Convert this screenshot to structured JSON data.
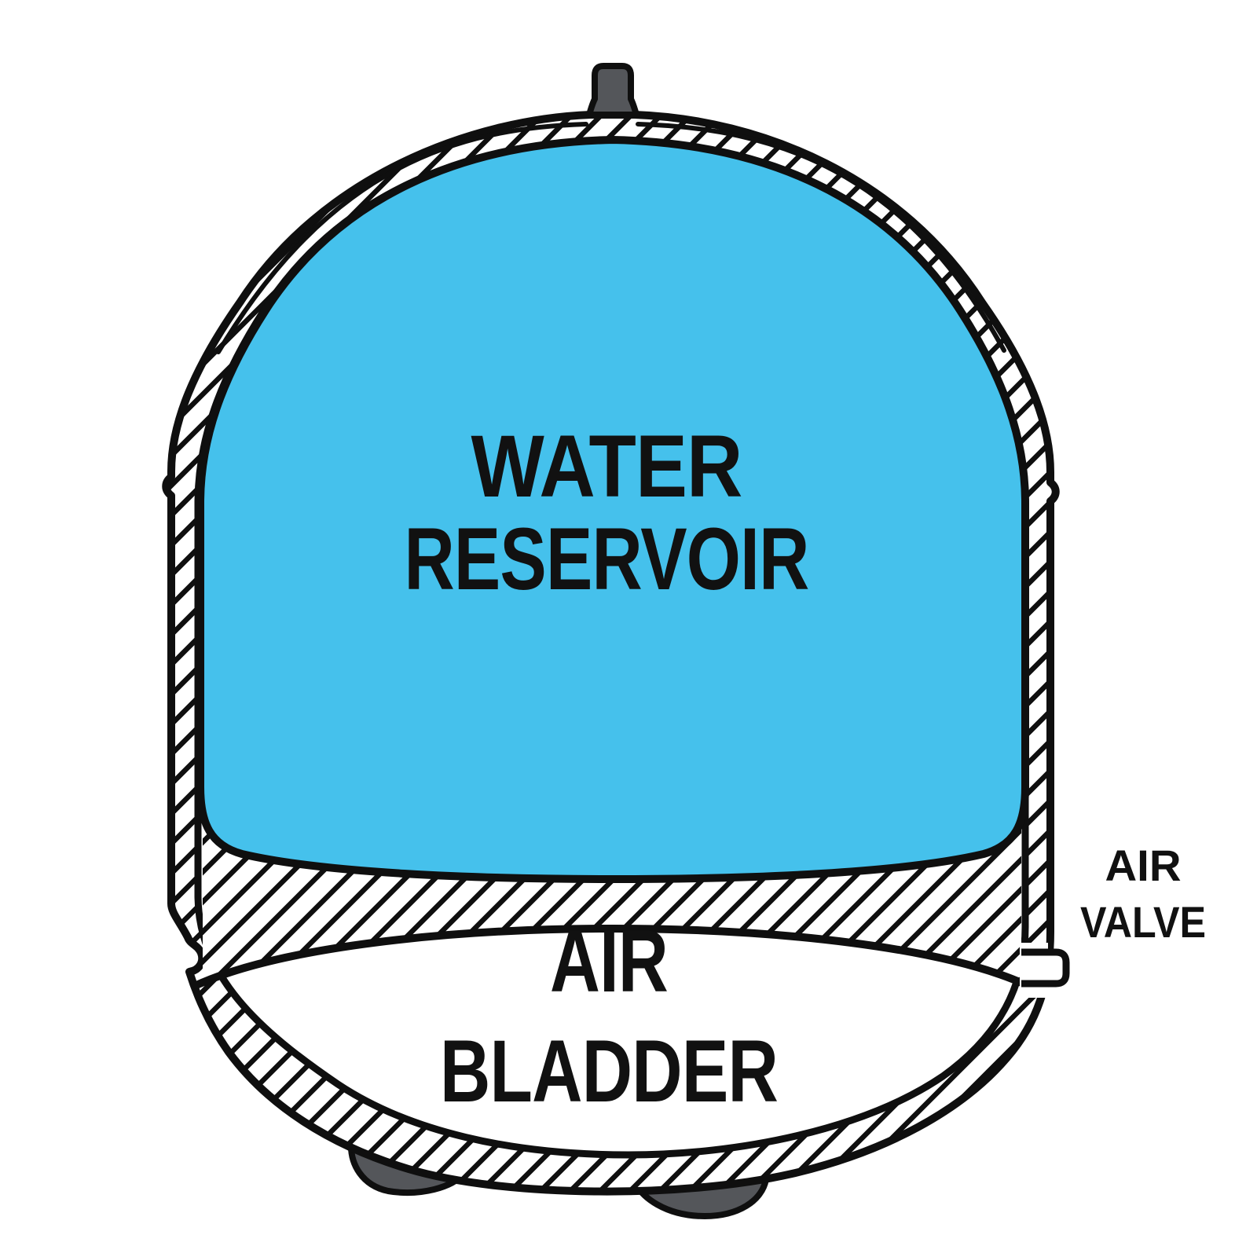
{
  "diagram": {
    "type": "cutaway-diagram",
    "subject": "water pressure tank cross-section",
    "labels": {
      "water_reservoir_line1": "WATER",
      "water_reservoir_line2": "RESERVOIR",
      "air_bladder_line1": "AIR",
      "air_bladder_line2": "BLADDER",
      "air_valve_line1": "AIR",
      "air_valve_line2": "VALVE"
    },
    "colors": {
      "water_fill": "#45C1EC",
      "fitting_gray": "#54565A",
      "outline_black": "#0F0F0F",
      "background": "#FFFFFF"
    }
  }
}
